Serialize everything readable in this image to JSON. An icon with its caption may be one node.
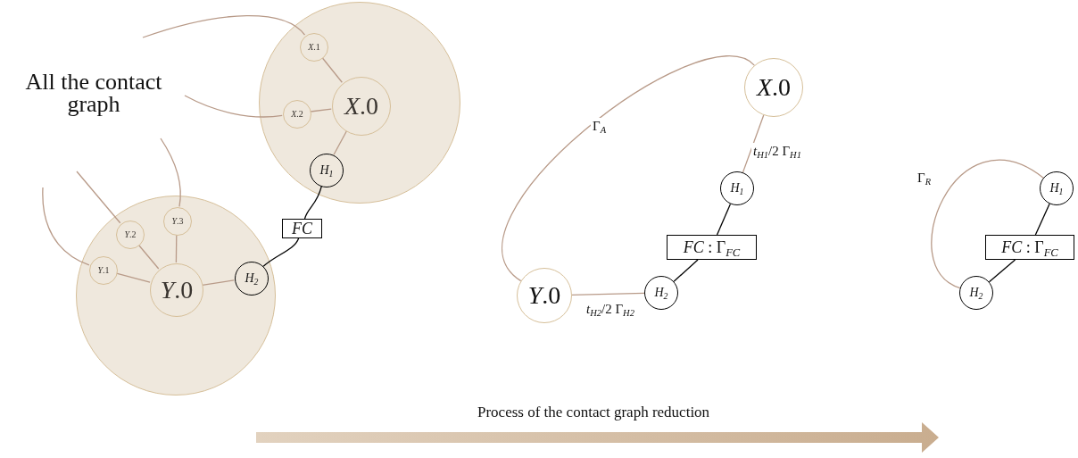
{
  "diagram": {
    "nodes": [
      {
        "text": [],
        "shape": "circle"
      },
      {
        "text": [
          "*X*.0"
        ],
        "in": 0
      },
      {
        "text": [
          "*X*.1"
        ],
        "in": 0
      },
      {
        "text": [
          "*X*.2"
        ],
        "in": 0
      },
      {
        "text": [
          "*H*$_{1}$"
        ],
        "in": 0
      },
      {
        "text": [],
        "shape": "circle"
      },
      {
        "text": [
          "*Y*.0"
        ],
        "in": 5
      },
      {
        "text": [
          "*Y*.1"
        ],
        "in": 5
      },
      {
        "text": [
          "*Y*.2"
        ],
        "in": 5
      },
      {
        "text": [
          "*Y*.3"
        ],
        "in": 5
      },
      {
        "text": [
          "*H*$_{2}$"
        ],
        "in": 5
      },
      {
        "text": [
          "*FC*"
        ]
      },
      {
        "text": [
          "*X*.0"
        ]
      },
      {
        "text": [
          "*H*$_{1}$"
        ]
      },
      {
        "text": [
          "*FC* : Γ$_{FC}$"
        ]
      },
      {
        "text": [
          "*H*$_{2}$"
        ]
      },
      {
        "text": [
          "*Y*.0"
        ]
      },
      {
        "text": [
          "*H*$_{1}$"
        ]
      },
      {
        "text": [
          "*FC* : Γ$_{FC}$"
        ]
      },
      {
        "text": [
          "*H*$_{2}$"
        ]
      }
    ],
    "edges": [
      {
        "from": null,
        "to": 2,
        "arrow": "none"
      },
      {
        "from": null,
        "to": 3,
        "arrow": "none"
      },
      {
        "from": null,
        "to": 7,
        "arrow": "none"
      },
      {
        "from": null,
        "to": 8,
        "arrow": "none"
      },
      {
        "from": null,
        "to": 9,
        "arrow": "none"
      },
      {
        "from": 2,
        "to": 1,
        "arrow": "none"
      },
      {
        "from": 3,
        "to": 1,
        "arrow": "none"
      },
      {
        "from": 1,
        "to": 4,
        "arrow": "none"
      },
      {
        "from": 4,
        "to": 11,
        "arrow": "none",
        "color": "#000000"
      },
      {
        "from": 11,
        "to": 10,
        "arrow": "none",
        "color": "#000000"
      },
      {
        "from": 10,
        "to": 6,
        "arrow": "none"
      },
      {
        "from": 6,
        "to": 7,
        "arrow": "none"
      },
      {
        "from": 6,
        "to": 8,
        "arrow": "none"
      },
      {
        "from": 6,
        "to": 9,
        "arrow": "none"
      },
      {
        "from": 12,
        "to": 16,
        "arrow": "none",
        "label": "Γ$_{A}$"
      },
      {
        "from": 12,
        "to": 13,
        "arrow": "none",
        "label": "*t*$_{H1}$/2 Γ$_{H1}$"
      },
      {
        "from": 13,
        "to": 14,
        "arrow": "none",
        "color": "#000000"
      },
      {
        "from": 14,
        "to": 15,
        "arrow": "none",
        "color": "#000000"
      },
      {
        "from": 15,
        "to": 16,
        "arrow": "none",
        "label": "*t*$_{H2}$/2 Γ$_{H2}$"
      },
      {
        "from": 17,
        "to": 18,
        "arrow": "none",
        "color": "#000000"
      },
      {
        "from": 18,
        "to": 19,
        "arrow": "none",
        "color": "#000000"
      },
      {
        "from": 19,
        "to": 17,
        "arrow": "none",
        "label": "Γ$_{R}$"
      }
    ],
    "labels": [
      "All the contact graph",
      "Process of the contact graph reduction"
    ]
  }
}
